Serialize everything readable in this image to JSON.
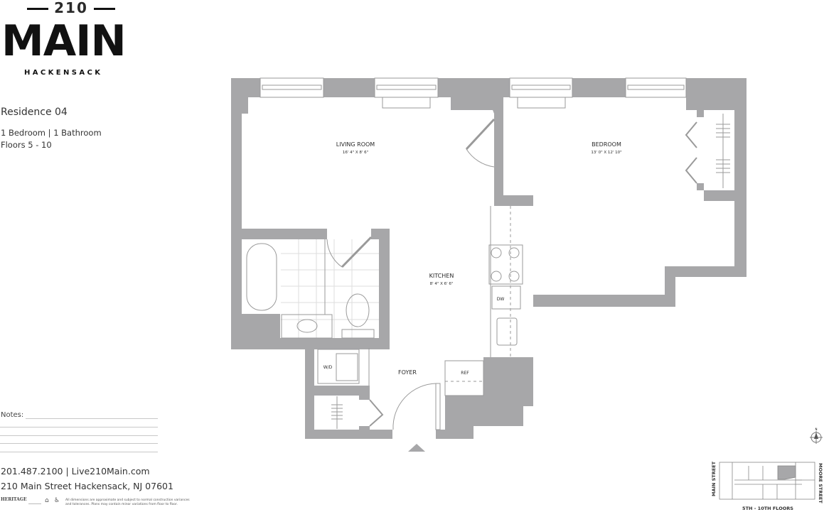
{
  "brand": {
    "number": "210",
    "name": "MAIN",
    "city": "HACKENSACK"
  },
  "residence": {
    "title": "Residence 04",
    "bedrooms": "1 Bedroom",
    "separator": "|",
    "bathrooms": "1 Bathroom",
    "floors": "Floors 5 - 10"
  },
  "notes": {
    "label": "Notes:"
  },
  "contact": {
    "phone_web": "201.487.2100 | Live210Main.com",
    "address": "210 Main Street Hackensack, NJ 07601"
  },
  "footer": {
    "logos": [
      "HERITAGE",
      "equal-housing-icon",
      "accessibility-icon"
    ],
    "disclaimer": "All dimensions are approximate and subject to normal construction variances and tolerances. Plans may contain minor variations from floor to floor."
  },
  "rooms": {
    "living": {
      "name": "LIVING ROOM",
      "dims": "16' 4\" X 8' 6\""
    },
    "bedroom": {
      "name": "BEDROOM",
      "dims": "13' 0\" X 12' 10\""
    },
    "kitchen": {
      "name": "KITCHEN",
      "dims": "8' 4\" X 6' 6\""
    },
    "foyer": {
      "name": "FOYER"
    }
  },
  "appliances": {
    "dw": "DW",
    "ref": "REF",
    "wd": "W/D"
  },
  "keyplan": {
    "left_street": "MAIN STREET",
    "right_street": "MOORE STREET",
    "floors": "5TH - 10TH FLOORS",
    "compass": "N"
  },
  "colors": {
    "wall": "#a7a7a9",
    "line": "#9a9a9a",
    "text": "#2a2a2a"
  }
}
